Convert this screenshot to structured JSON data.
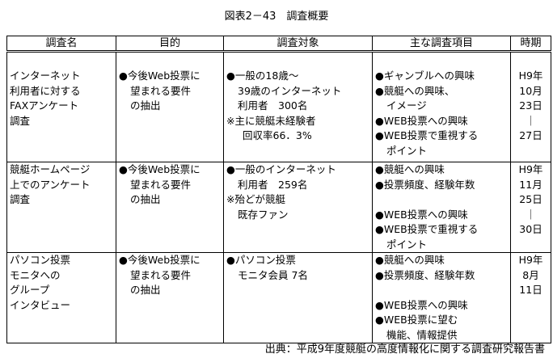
{
  "title": "図表2－43　調査概要",
  "columns": [
    "調査名",
    "目的",
    "調査対象",
    "主な調査項目",
    "時期"
  ],
  "rows": [
    {
      "name": [
        "インターネット",
        "利用者に対する",
        "FAXアンケート",
        "調査"
      ],
      "purpose": [
        "●今後Web投票に",
        "望まれる要件",
        "の抽出"
      ],
      "target": [
        "●一般の18歳～",
        "39歳のインターネット",
        "利用者　300名",
        "※主に競艇未経験者",
        "回収率66．3%"
      ],
      "items": [
        "●ギャンブルへの興味",
        "●競艇への興味、",
        "イメージ",
        "●WEB投票への興味",
        "●WEB投票で重視する",
        "ポイント"
      ],
      "period": [
        "H9年",
        "10月",
        "23日",
        "｜",
        "27日"
      ]
    },
    {
      "name": [
        "競艇ホームページ",
        "上でのアンケート",
        "調査"
      ],
      "purpose": [
        "●今後Web投票に",
        "望まれる要件",
        "の抽出"
      ],
      "target": [
        "●一般のインターネット",
        "利用者　259名",
        "※殆どが競艇",
        "既存ファン"
      ],
      "items": [
        "●競艇への興味",
        "●投票頻度、経験年数",
        "",
        "●WEB投票への興味",
        "●WEB投票で重視する",
        "ポイント"
      ],
      "period": [
        "H9年",
        "11月",
        "25日",
        "｜",
        "30日"
      ]
    },
    {
      "name": [
        "パソコン投票",
        "モニタへの",
        "グループ",
        "インタビュー"
      ],
      "purpose": [
        "●今後Web投票に",
        "望まれる要件",
        "の抽出"
      ],
      "target": [
        "●パソコン投票",
        "モニタ会員 7名"
      ],
      "items": [
        "●競艇への興味",
        "●投票頻度、経験年数",
        "",
        "●WEB投票への興味",
        "●WEB投票に望む",
        "機能、情報提供"
      ],
      "period": [
        "H9年",
        "8月",
        "11日"
      ]
    }
  ],
  "source": "出典：平成9年度競艇の高度情報化に関する調査研究報告書"
}
